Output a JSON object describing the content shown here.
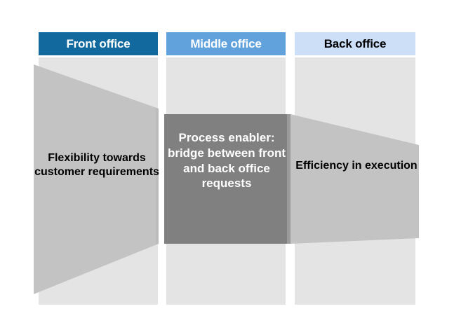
{
  "diagram": {
    "type": "hourglass-funnel",
    "columns": [
      {
        "id": "front",
        "header_label": "Front office",
        "header_bg": "#11699E",
        "header_text_color": "#FFFFFF",
        "body_text": "Flexibility towards customer requirements",
        "body_text_color": "#000000",
        "shape": "trapezoid-narrowing-right",
        "shape_fill": "#C3C3C3"
      },
      {
        "id": "middle",
        "header_label": "Middle office",
        "header_bg": "#61A2DD",
        "header_text_color": "#FFFFFF",
        "body_text": "Process enabler: bridge between front and back office requests",
        "body_text_color": "#FFFFFF",
        "shape": "rectangle-waist",
        "shape_fill": "#808080"
      },
      {
        "id": "back",
        "header_label": "Back office",
        "header_bg": "#CCDFF7",
        "header_text_color": "#000000",
        "body_text": "Efficiency in execution",
        "body_text_color": "#000000",
        "shape": "trapezoid-widening-right",
        "shape_fill": "#C3C3C3"
      }
    ],
    "colors": {
      "canvas_bg": "#FFFFFF",
      "column_bg": "#E4E4E4",
      "funnel_light": "#C3C3C3",
      "funnel_dark": "#808080",
      "funnel_edge_shadow": "#9A9A9A"
    }
  }
}
